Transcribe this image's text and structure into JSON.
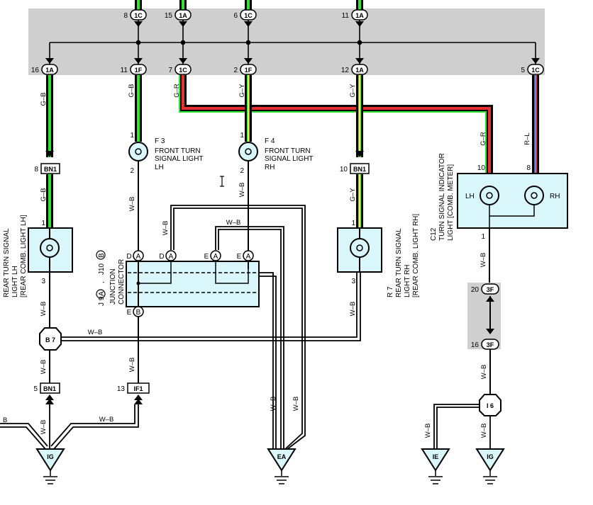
{
  "junction_block": {
    "top_connectors": [
      {
        "pin": "8",
        "id": "1C"
      },
      {
        "pin": "15",
        "id": "1A"
      },
      {
        "pin": "6",
        "id": "1C"
      },
      {
        "pin": "11",
        "id": "1A"
      }
    ],
    "bottom_connectors": [
      {
        "pin": "16",
        "id": "1A"
      },
      {
        "pin": "11",
        "id": "1F"
      },
      {
        "pin": "7",
        "id": "1C"
      },
      {
        "pin": "2",
        "id": "1F"
      },
      {
        "pin": "12",
        "id": "1A"
      },
      {
        "pin": "5",
        "id": "1C"
      }
    ]
  },
  "wire_labels": {
    "gb": "G–B",
    "gr": "G–R",
    "gy": "G–Y",
    "rl": "R–L",
    "wb": "W–B",
    "b": "B"
  },
  "components": {
    "f3": {
      "code": "F 3",
      "line1": "FRONT TURN",
      "line2": "SIGNAL LIGHT",
      "line3": "LH",
      "pin_top": "1",
      "pin_bottom": "2"
    },
    "f4": {
      "code": "F 4",
      "line1": "FRONT TURN",
      "line2": "SIGNAL LIGHT",
      "line3": "RH",
      "pin_top": "1",
      "pin_bottom": "2"
    },
    "r6": {
      "line1": "REAR TURN SIGNAL",
      "line2": "LIGHT LH",
      "line3": "[REAR COMB. LIGHT LH]",
      "pin_top": "1",
      "pin_bottom": "3"
    },
    "r7": {
      "code": "R 7",
      "line1": "REAR TURN SIGNAL",
      "line2": "LIGHT RH",
      "line3": "[REAR COMB. LIGHT RH]",
      "pin_top": "1",
      "pin_bottom": "3"
    },
    "c12": {
      "code": "C12",
      "line1": "TURN SIGNAL INDICATOR",
      "line2": "LIGHT [COMB. METER]",
      "lh": "LH",
      "rh": "RH",
      "pin_lh": "10",
      "pin_rh": "8",
      "pin_out": "1"
    },
    "junction_connector": {
      "line1": "JUNCTION",
      "line2": "CONNECTOR",
      "j9": "J 9",
      "j9_letter": "A",
      "comma": ",",
      "j10": "J10",
      "j10_letter": "B",
      "pins_top": [
        "D",
        "A",
        "D",
        "A",
        "E",
        "A",
        "E",
        "A"
      ],
      "pins_bottom": [
        "E",
        "B"
      ]
    }
  },
  "connectors": {
    "bn1_a": {
      "pin": "8",
      "id": "BN1"
    },
    "bn1_b": {
      "pin": "10",
      "id": "BN1"
    },
    "bn1_c": {
      "pin": "5",
      "id": "BN1"
    },
    "if1": {
      "pin": "13",
      "id": "IF1"
    },
    "f3_a": {
      "pin": "20",
      "id": "3F"
    },
    "f3_b": {
      "pin": "16",
      "id": "3F"
    },
    "b7": "B 7",
    "i6": "I 6"
  },
  "grounds": [
    "IG",
    "EA",
    "IE",
    "IG"
  ]
}
